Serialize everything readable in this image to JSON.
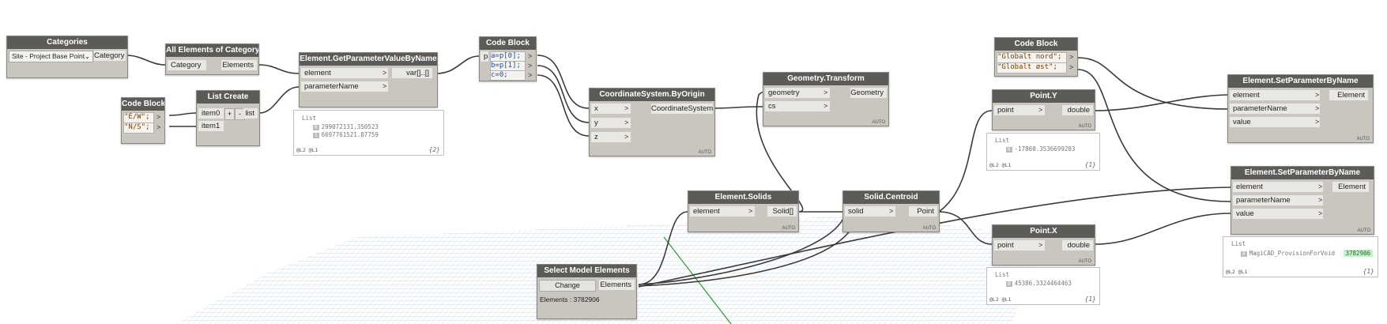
{
  "nodes": {
    "categories": {
      "title": "Categories",
      "dropdown_value": "Site - Project Base Point",
      "out": "Category"
    },
    "all_elements": {
      "title": "All Elements of Category",
      "in": "Category",
      "out": "Elements"
    },
    "code_block_ew": {
      "title": "Code Block",
      "line1": "\"E/W\";",
      "line2": "\"N/S\";"
    },
    "list_create": {
      "title": "List Create",
      "in0": "item0",
      "in1": "item1",
      "out": "list",
      "plus": "+",
      "minus": "-"
    },
    "get_param": {
      "title": "Element.GetParameterValueByName",
      "in0": "element",
      "in1": "parameterName",
      "out": "var[]..[]"
    },
    "get_param_preview": {
      "head": "List",
      "i0": "0",
      "v0": "299072131.350523",
      "i1": "1",
      "v1": "6697761521.87759",
      "levels": "@L2 @L1",
      "count": "{2}"
    },
    "code_block_abc": {
      "title": "Code Block",
      "port": "p",
      "line1": "a=p[0];",
      "line2": "b=p[1];",
      "line3": "c=0;"
    },
    "coord_system": {
      "title": "CoordinateSystem.ByOrigin",
      "in0": "x",
      "in1": "y",
      "in2": "z",
      "out": "CoordinateSystem",
      "lacing": "AUTO"
    },
    "geom_transform": {
      "title": "Geometry.Transform",
      "in0": "geometry",
      "in1": "cs",
      "out": "Geometry",
      "lacing": "AUTO"
    },
    "element_solids": {
      "title": "Element.Solids",
      "in": "element",
      "out": "Solid[]",
      "lacing": "AUTO"
    },
    "solid_centroid": {
      "title": "Solid.Centroid",
      "in": "solid",
      "out": "Point",
      "lacing": "AUTO"
    },
    "select_model": {
      "title": "Select Model Elements",
      "button": "Change",
      "out": "Elements",
      "status": "Elements : 3782906"
    },
    "code_block_globalt": {
      "title": "Code Block",
      "line1": "\"Globalt nord\";",
      "line2": "\"Globalt øst\";"
    },
    "point_y": {
      "title": "Point.Y",
      "in": "point",
      "out": "double",
      "lacing": "AUTO"
    },
    "point_y_preview": {
      "head": "List",
      "i0": "0",
      "v0": "-17860.3536699203",
      "levels": "@L2 @L1",
      "count": "{1}"
    },
    "point_x": {
      "title": "Point.X",
      "in": "point",
      "out": "double",
      "lacing": "AUTO"
    },
    "point_x_preview": {
      "head": "List",
      "i0": "0",
      "v0": "45386.3324464463",
      "levels": "@L2 @L1",
      "count": "{1}"
    },
    "set_param_1": {
      "title": "Element.SetParameterByName",
      "in0": "element",
      "in1": "parameterName",
      "in2": "value",
      "out": "Element",
      "lacing": "AUTO"
    },
    "set_param_2": {
      "title": "Element.SetParameterByName",
      "in0": "element",
      "in1": "parameterName",
      "in2": "value",
      "out": "Element",
      "lacing": "AUTO"
    },
    "set_param_2_preview": {
      "head": "List",
      "i0": "0",
      "v0": "MagiCAD_ProvisionForVoid",
      "id": "3782906",
      "levels": "@L2 @L1",
      "count": "{1}"
    }
  },
  "colors": {
    "header": "#5d5b58",
    "node_body": "#c9c6bf",
    "wire": "#3a3a3a",
    "id_highlight": "#c6efce",
    "grid": "#7aa0c8",
    "axis": "#2a9d2a"
  }
}
